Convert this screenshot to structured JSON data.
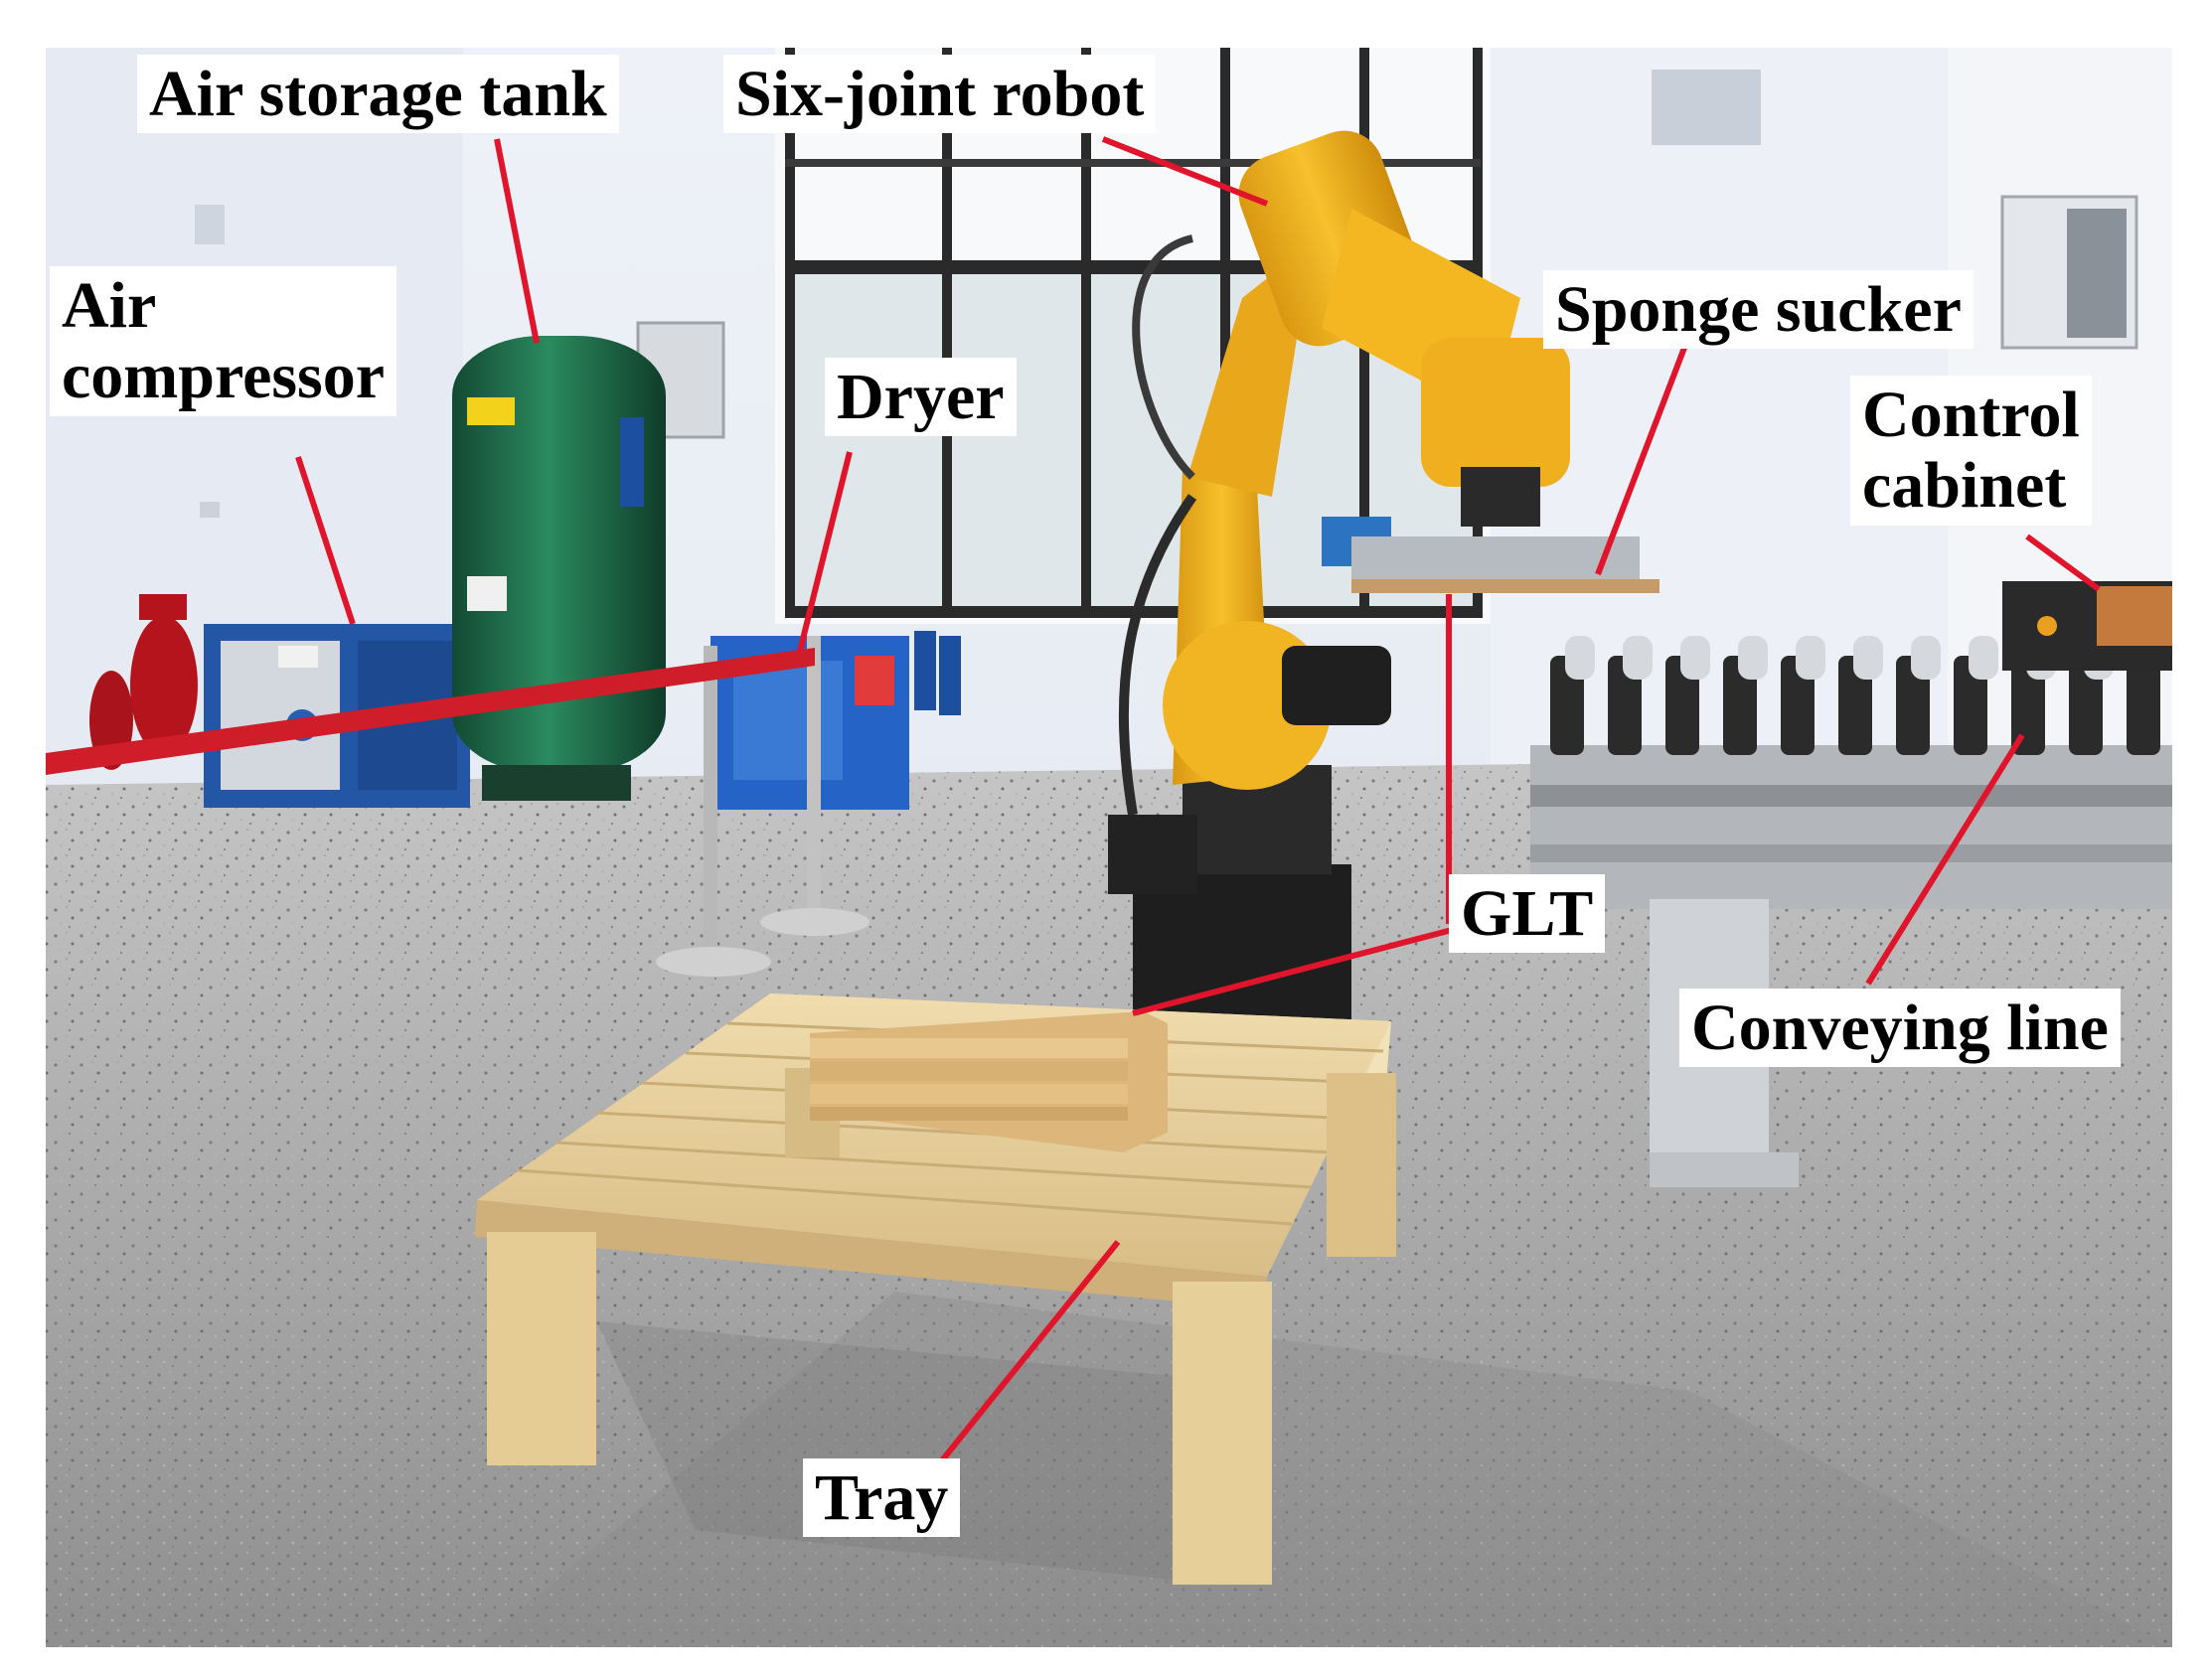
{
  "figure": {
    "labels": {
      "air_storage_tank": "Air storage tank",
      "six_joint_robot": "Six-joint robot",
      "air_compressor_line1": "Air",
      "air_compressor_line2": "compressor",
      "dryer": "Dryer",
      "sponge_sucker": "Sponge sucker",
      "control_cabinet_line1": "Control",
      "control_cabinet_line2": "cabinet",
      "glt": "GLT",
      "conveying_line": "Conveying line",
      "tray": "Tray"
    },
    "colors": {
      "leader_line": "#e0142a",
      "robot": "#f2b21c",
      "tank": "#1c6a48",
      "wood": "#e3c995",
      "floor": "#9a9a9a",
      "wall": "#e9eef6"
    }
  }
}
